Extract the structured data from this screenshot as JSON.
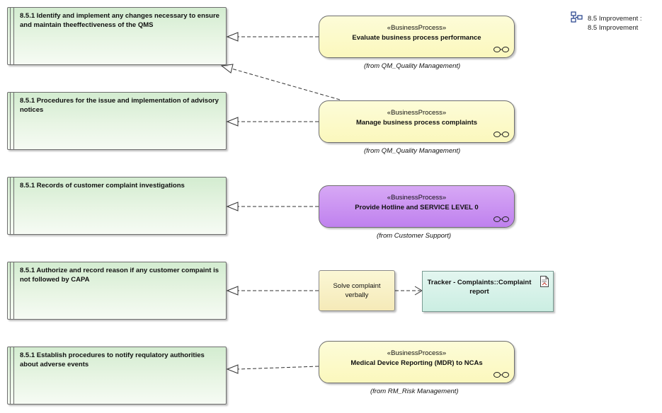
{
  "requirements": [
    {
      "text": "8.5.1 Identify and implement any changes necessary to ensure and maintain theeffectiveness of the  QMS"
    },
    {
      "text": "8.5.1 Procedures for the issue and implementation of advisory notices"
    },
    {
      "text": "8.5.1 Records of customer complaint investigations"
    },
    {
      "text": "8.5.1 Authorize and record reason if any customer compaint is not followed by CAPA"
    },
    {
      "text": "8.5.1 Establish procedures to notify requlatory authorities about adverse events"
    }
  ],
  "processes": [
    {
      "stereotype": "«BusinessProcess»",
      "name": "Evaluate business process performance",
      "from": "(from QM_Quality Management)",
      "fill": "#fbf8bd"
    },
    {
      "stereotype": "«BusinessProcess»",
      "name": "Manage business process complaints",
      "from": "(from QM_Quality Management)",
      "fill": "#fbf8bd"
    },
    {
      "stereotype": "«BusinessProcess»",
      "name": "Provide Hotline and SERVICE LEVEL 0",
      "from": "(from Customer Support)",
      "fill": "#c68cf0"
    },
    {
      "stereotype": "«BusinessProcess»",
      "name": "Medical Device Reporting (MDR) to NCAs",
      "from": "(from RM_Risk Management)",
      "fill": "#fbf8bd"
    }
  ],
  "activity": {
    "line1": "Solve complaint",
    "line2": "verbally"
  },
  "artifact": {
    "line1": "Tracker - Complaints::Complaint",
    "line2": "report",
    "icon": "document-icon"
  },
  "package_ref": {
    "line1": "8.5 Improvement :",
    "line2": "8.5 Improvement",
    "icon": "package-diagram-icon"
  },
  "colors": {
    "requirement_fill": "#e2f3df",
    "process_fill": "#fbf8bd",
    "process_highlight": "#c68cf0",
    "artifact_fill": "#d7f2e9",
    "connector": "#333333"
  }
}
